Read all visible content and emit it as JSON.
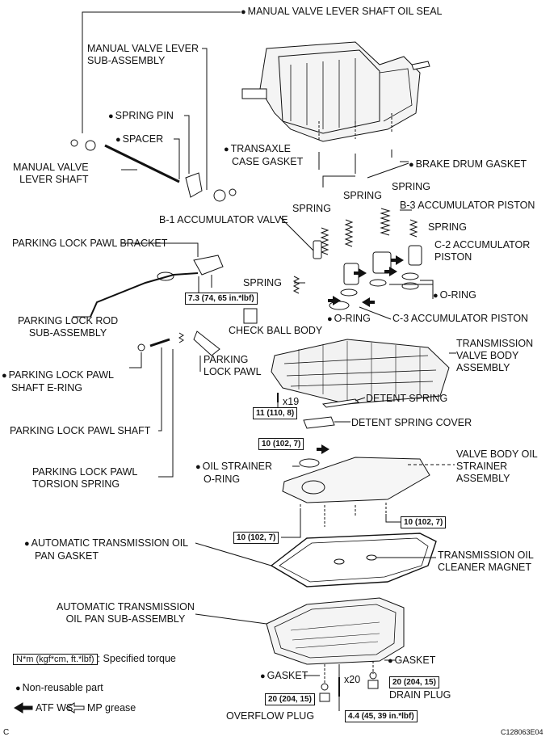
{
  "labels": {
    "manual_valve_lever_shaft_oil_seal": "MANUAL VALVE LEVER SHAFT OIL SEAL",
    "manual_valve_lever_sub_assembly": [
      "MANUAL VALVE LEVER",
      "SUB-ASSEMBLY"
    ],
    "spring_pin": "SPRING PIN",
    "spacer": "SPACER",
    "manual_valve_lever_shaft": [
      "MANUAL VALVE",
      "LEVER SHAFT"
    ],
    "transaxle_case_gasket": [
      "TRANSAXLE",
      "CASE GASKET"
    ],
    "brake_drum_gasket": "BRAKE DRUM GASKET",
    "spring_1": "SPRING",
    "spring_2": "SPRING",
    "spring_3": "SPRING",
    "spring_4": "SPRING",
    "spring_5": "SPRING",
    "b3_accumulator_piston": "B-3 ACCUMULATOR PISTON",
    "b1_accumulator_valve": "B-1 ACCUMULATOR VALVE",
    "c2_accumulator_piston": [
      "C-2 ACCUMULATOR",
      "PISTON"
    ],
    "parking_lock_pawl_bracket": "PARKING LOCK PAWL BRACKET",
    "o_ring_1": "O-RING",
    "o_ring_2": "O-RING",
    "c3_accumulator_piston": "C-3 ACCUMULATOR PISTON",
    "parking_lock_rod": [
      "PARKING LOCK ROD",
      "SUB-ASSEMBLY"
    ],
    "check_ball_body": "CHECK BALL BODY",
    "transmission_valve_body": [
      "TRANSMISSION",
      "VALVE BODY",
      "ASSEMBLY"
    ],
    "parking_lock_pawl": [
      "PARKING",
      "LOCK PAWL"
    ],
    "parking_lock_pawl_shaft_e_ring": [
      "PARKING LOCK PAWL",
      "SHAFT E-RING"
    ],
    "count_19": "x19",
    "detent_spring": "DETENT SPRING",
    "detent_spring_cover": "DETENT SPRING COVER",
    "parking_lock_pawl_shaft": "PARKING LOCK PAWL SHAFT",
    "parking_lock_pawl_torsion_spring": [
      "PARKING LOCK PAWL",
      "TORSION SPRING"
    ],
    "oil_strainer_o_ring": [
      "OIL STRAINER",
      "O-RING"
    ],
    "valve_body_oil_strainer": [
      "VALVE BODY OIL",
      "STRAINER",
      "ASSEMBLY"
    ],
    "at_oil_pan_gasket": [
      "AUTOMATIC TRANSMISSION OIL",
      "PAN GASKET"
    ],
    "transmission_oil_cleaner_magnet": [
      "TRANSMISSION OIL",
      "CLEANER MAGNET"
    ],
    "at_oil_pan_sub_assembly": [
      "AUTOMATIC TRANSMISSION",
      "OIL PAN SUB-ASSEMBLY"
    ],
    "gasket_1": "GASKET",
    "gasket_2": "GASKET",
    "count_20": "x20",
    "drain_plug": "DRAIN PLUG",
    "overflow_plug": "OVERFLOW PLUG"
  },
  "torques": {
    "bracket": "7.3 (74, 65 in.*lbf)",
    "valve_body": "11 (110, 8)",
    "detent": "10 (102, 7)",
    "strainer_right": "10 (102, 7)",
    "strainer_left": "10 (102, 7)",
    "overflow_plug": "20 (204, 15)",
    "drain_plug": "20 (204, 15)",
    "pan_bolts": "4.4 (45, 39 in.*lbf)"
  },
  "legend": {
    "torque_box": "N*m (kgf*cm, ft.*lbf)",
    "torque_text": ": Specified torque",
    "non_reusable": "Non-reusable part",
    "atf": "ATF WS",
    "mp": "MP grease"
  },
  "footer": {
    "left": "C",
    "code": "C128063E04"
  }
}
